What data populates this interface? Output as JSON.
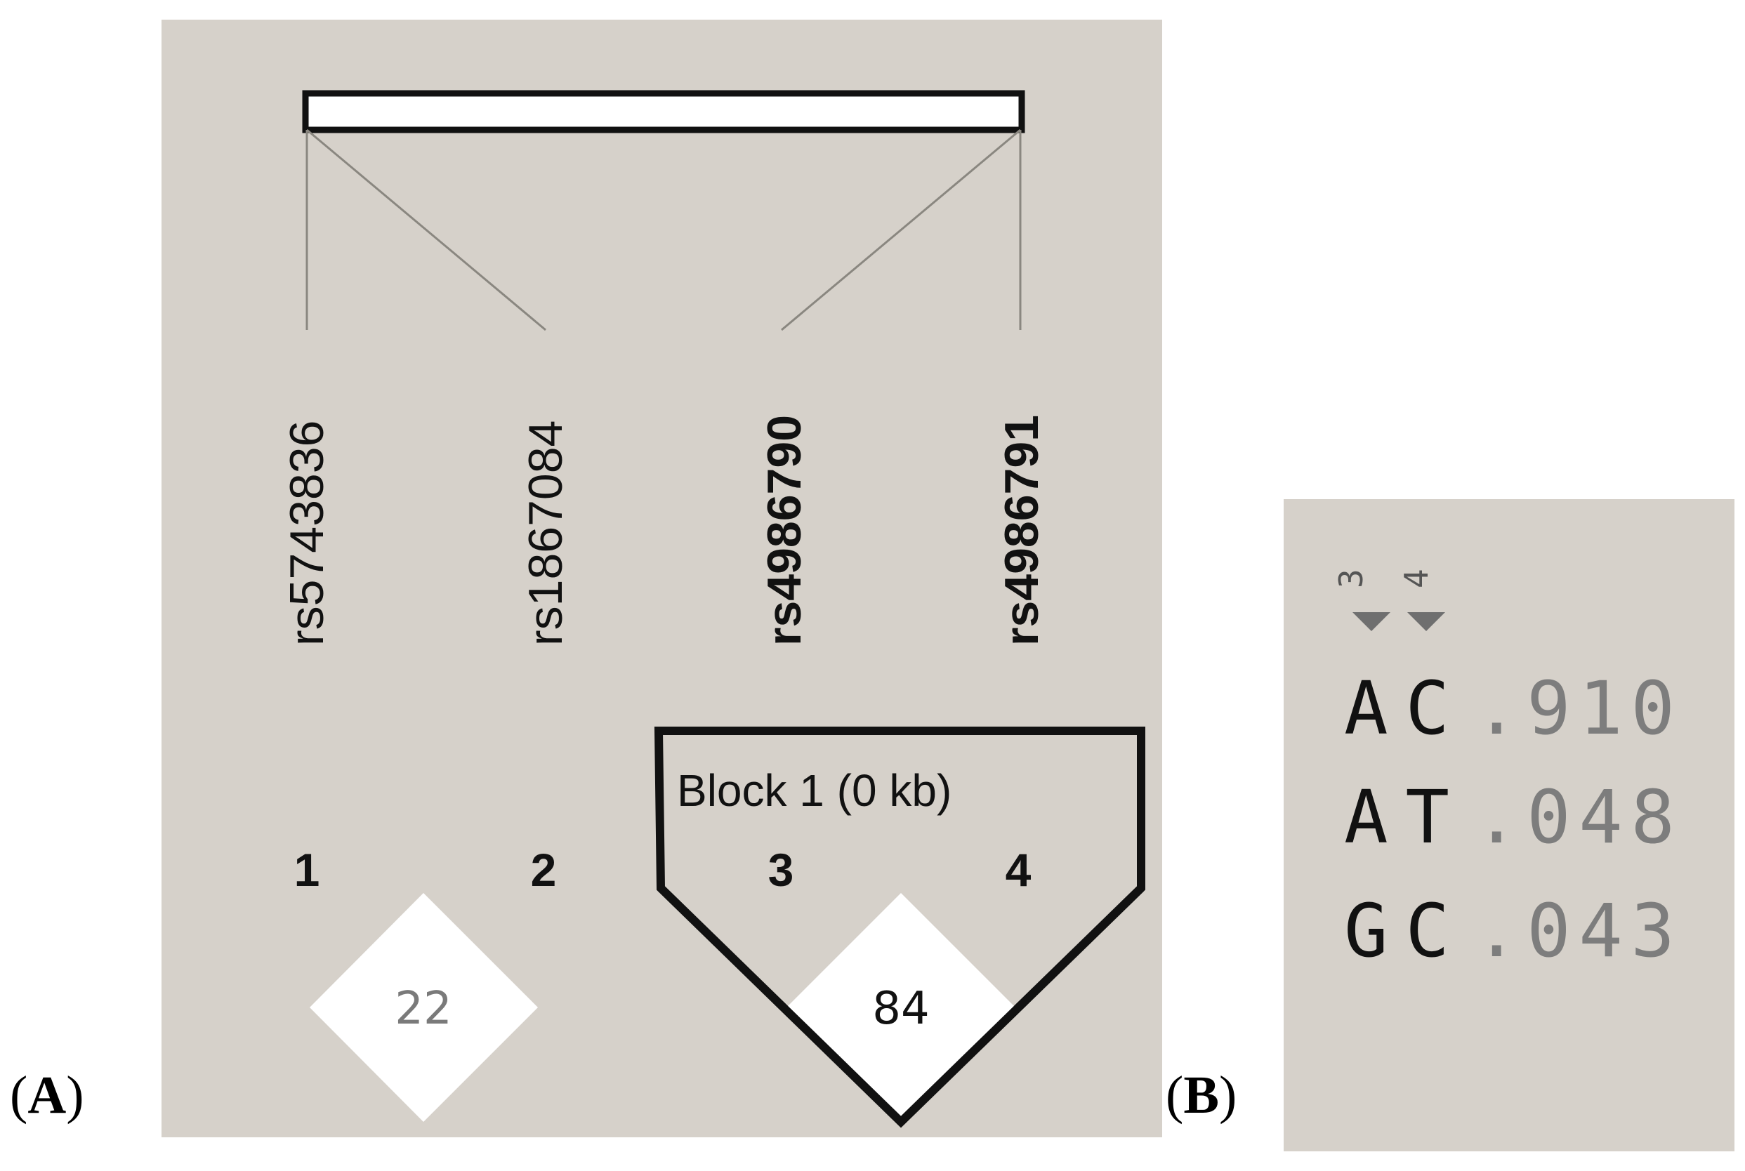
{
  "figure_labels": {
    "a": "A",
    "b": "B"
  },
  "panel_a": {
    "snps": [
      {
        "name": "rs5743836",
        "number": "1",
        "bold": false
      },
      {
        "name": "rs1867084",
        "number": "2",
        "bold": false
      },
      {
        "name": "rs4986790",
        "number": "3",
        "bold": true
      },
      {
        "name": "rs4986791",
        "number": "4",
        "bold": true
      }
    ],
    "block": {
      "title": "Block 1 (0 kb)"
    },
    "ld_values": [
      {
        "pair": "1-2",
        "value": "22",
        "color": "#ffffff",
        "text_color": "#7a7a7a"
      },
      {
        "pair": "3-4",
        "value": "84",
        "color": "#ffffff",
        "text_color": "#111111"
      }
    ],
    "background_color": "#d6d1ca"
  },
  "panel_b": {
    "marker_numbers": [
      "3",
      "4"
    ],
    "haplotypes": [
      {
        "alleles": "AC",
        "frequency": ".910"
      },
      {
        "alleles": "AT",
        "frequency": ".048"
      },
      {
        "alleles": "GC",
        "frequency": ".043"
      }
    ],
    "background_color": "#d6d1ca"
  }
}
